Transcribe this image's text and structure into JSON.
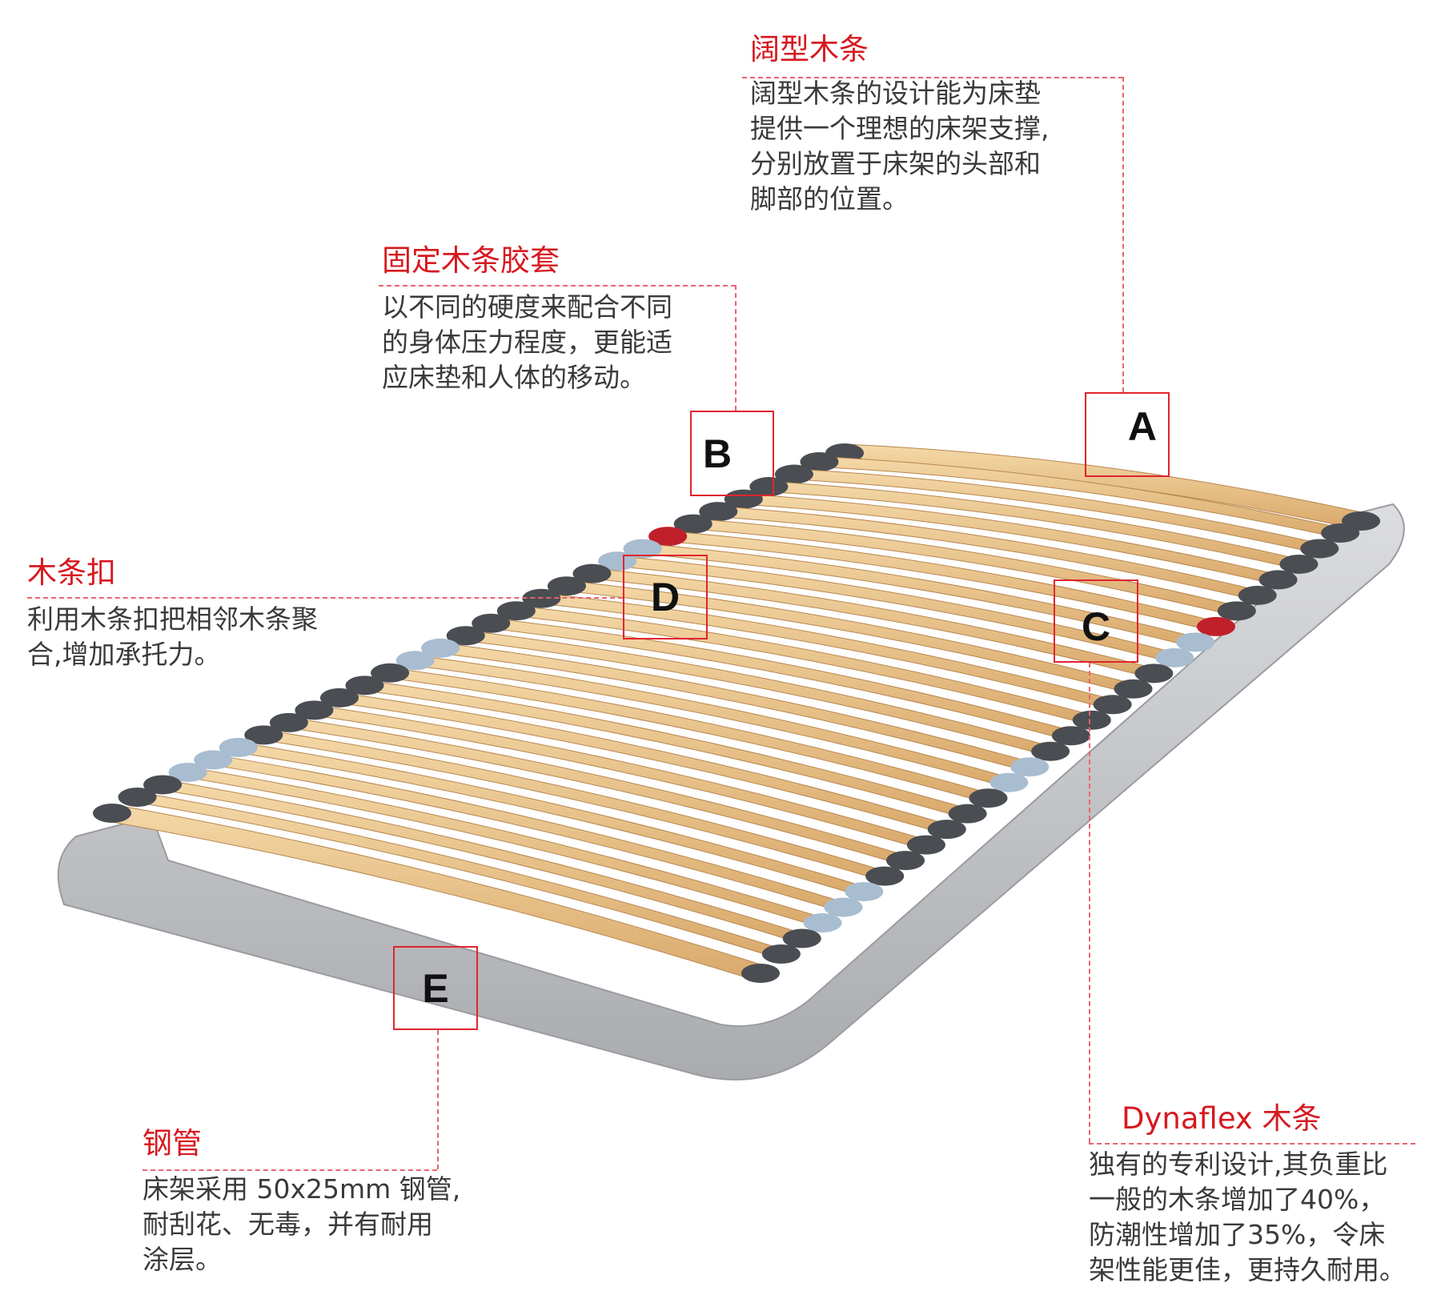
{
  "callouts": {
    "a": {
      "marker": "A",
      "title": "阔型木条",
      "lines": [
        "阔型木条的设计能为床垫",
        "提供一个理想的床架支撑,",
        "分别放置于床架的头部和",
        "脚部的位置。"
      ]
    },
    "b": {
      "marker": "B",
      "title": "固定木条胶套",
      "lines": [
        "以不同的硬度来配合不同",
        "的身体压力程度，更能适",
        "应床垫和人体的移动。"
      ]
    },
    "c": {
      "marker": "C",
      "title": "Dynaflex 木条",
      "lines": [
        "独有的专利设计,其负重比",
        "一般的木条增加了40%，",
        "防潮性增加了35%，令床",
        "架性能更佳，更持久耐用。"
      ]
    },
    "d": {
      "marker": "D",
      "title": "木条扣",
      "lines": [
        "利用木条扣把相邻木条聚",
        "合,增加承托力。"
      ]
    },
    "e": {
      "marker": "E",
      "title": "钢管",
      "lines": [
        "床架采用 50x25mm 钢管,",
        "耐刮花、无毒，并有耐用",
        "涂层。"
      ]
    }
  },
  "colors": {
    "accent": "#d71920",
    "text": "#3a3a3a",
    "wood": "#e9c48c",
    "cap": "#4a4d52",
    "cap_light": "#a9bdd0",
    "cap_red": "#c0202a",
    "frame": "#c9cacd"
  }
}
